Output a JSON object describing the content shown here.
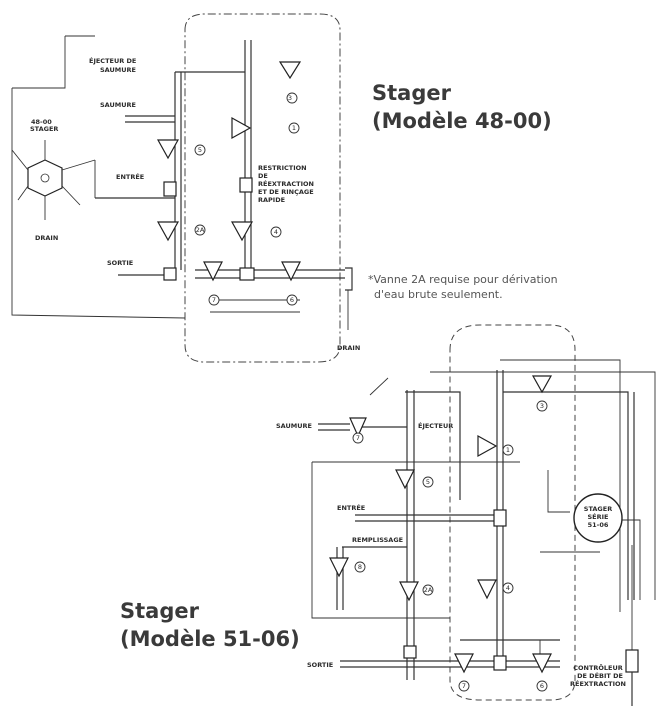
{
  "diagram_48": {
    "title_line1": "Stager",
    "title_line2": "(Modèle 48-00)",
    "labels": {
      "ejecteur": "ÉJECTEUR DE",
      "saumure_of_ejecteur": "SAUMURE",
      "saumure": "SAUMURE",
      "stager_model": "48-00",
      "stager": "STAGER",
      "entree": "ENTRÉE",
      "drain_left": "DRAIN",
      "sortie": "SORTIE",
      "drain_bottom": "DRAIN",
      "restriction_1": "RESTRICTION",
      "restriction_2": "DE",
      "restriction_3": "RÉEXTRACTION",
      "restriction_4": "ET DE RINÇAGE",
      "restriction_5": "RAPIDE"
    },
    "valve_numbers": [
      "3",
      "1",
      "5",
      "2A",
      "4",
      "7",
      "6"
    ],
    "note_line1": "*Vanne 2A requise pour dérivation",
    "note_line2": "d'eau brute seulement."
  },
  "diagram_51": {
    "title_line1": "Stager",
    "title_line2": "(Modèle 51-06)",
    "labels": {
      "saumure": "SAUMURE",
      "ejecteur": "ÉJECTEUR",
      "entree": "ENTRÉE",
      "remplissage": "REMPLISSAGE",
      "sortie": "SORTIE",
      "stager_1": "STAGER",
      "stager_2": "SÉRIE",
      "stager_3": "51-06",
      "controleur_1": "CONTRÔLEUR",
      "controleur_2": "DE DÉBIT DE",
      "controleur_3": "RÉEXTRACTION"
    },
    "valve_numbers": [
      "3",
      "1",
      "5",
      "8",
      "2A",
      "4",
      "7",
      "6",
      "7"
    ]
  }
}
